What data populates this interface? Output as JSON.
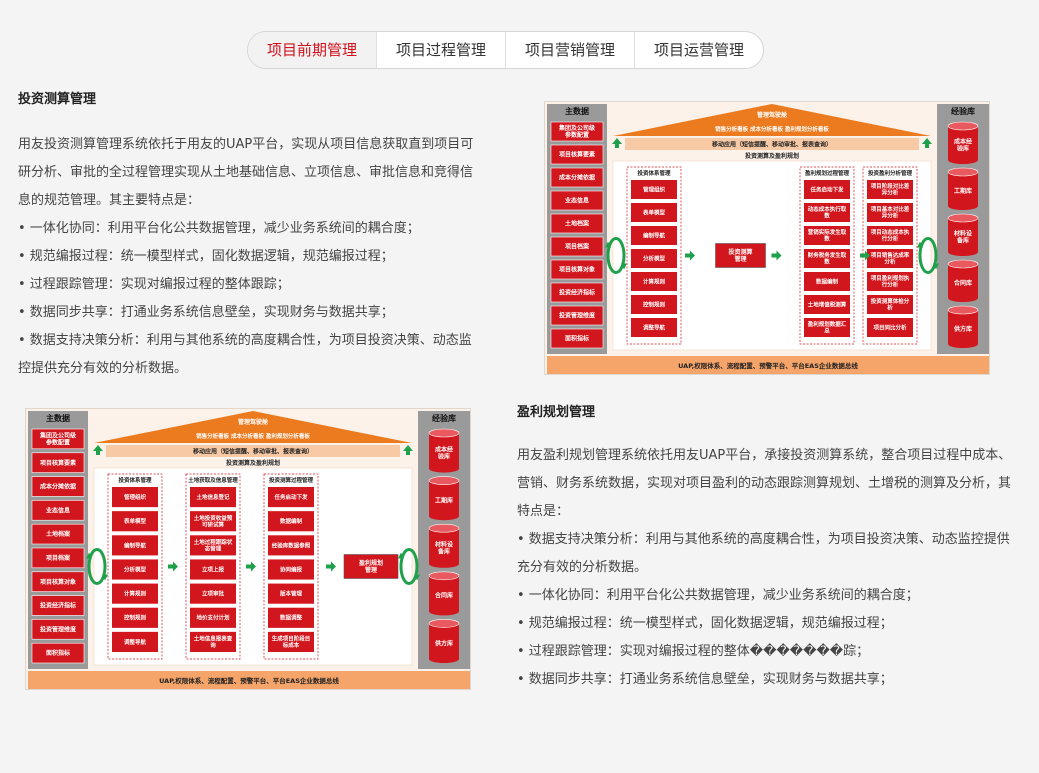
{
  "tabs": [
    {
      "label": "项目前期管理"
    },
    {
      "label": "项目过程管理"
    },
    {
      "label": "项目营销管理"
    },
    {
      "label": "项目运营管理"
    }
  ],
  "section1": {
    "title": "投资测算管理",
    "intro": "用友投资测算管理系统依托于用友的UAP平台，实现从项目信息获取直到项目可研分析、审批的全过程管理实现从土地基础信息、立项信息、审批信息和竞得信息的规范管理。其主要特点是：",
    "bullets": [
      "• 一体化协同：利用平台化公共数据管理，减少业务系统间的耦合度；",
      "• 规范编报过程：统一模型样式，固化数据逻辑，规范编报过程；",
      "• 过程跟踪管理：实现对编报过程的整体跟踪；",
      "• 数据同步共享：打通业务系统信息壁垒，实现财务与数据共享；",
      "• 数据支持决策分析：利用与其他系统的高度耦合性，为项目投资决策、动态监控提供充分有效的分析数据。"
    ]
  },
  "section2": {
    "title": "盈利规划管理",
    "intro": "用友盈利规划管理系统依托用友UAP平台，承接投资测算系统，整合项目过程中成本、营销、财务系统数据，实现对项目盈利的动态跟踪测算规划、土增税的测算及分析，其特点是：",
    "bullets": [
      "• 数据支持决策分析：利用与其他系统的高度耦合性，为项目投资决策、动态监控提供充分有效的分析数据。",
      "• 一体化协同：利用平台化公共数据管理，减少业务系统间的耦合度；",
      "• 规范编报过程：统一模型样式，固化数据逻辑，规范编报过程；",
      "• 过程跟踪管理：实现对编报过程的整体�������踪；",
      "• 数据同步共享：打通业务系统信息壁垒，实现财务与数据共享；"
    ]
  },
  "diagram1": {
    "roof_title": "管理驾驶舱",
    "roof_items": "销售分析看板    成本分析看板    盈利规划分析看板",
    "mobile": "移动应用（短信提醒、移动审批、报表查询）",
    "layer_title": "投资测算及盈利规划",
    "master_title": "主数据",
    "master_items": [
      "集团及公司级参数配置",
      "项目核算要素",
      "成本分摊依据",
      "业态信息",
      "土地档案",
      "项目档案",
      "项目核算对象",
      "投资经济指标",
      "投资管理维度",
      "面积指标"
    ],
    "exp_title": "经验库",
    "exp_items": [
      "成本经验库",
      "工期库",
      "材料设备库",
      "合同库",
      "供方库"
    ],
    "groups": [
      {
        "title": "投资体系管理",
        "items": [
          "管理组织",
          "表单模型",
          "编制导航",
          "分析模型",
          "计算规则",
          "控制规则",
          "调整导航"
        ]
      },
      {
        "title": "盈利规划过程管理",
        "items": [
          "任务启动下发",
          "动态成本执行取数",
          "营销实际发生取数",
          "财务税务发生取数",
          "数据编制",
          "土地增值税测算",
          "盈利规划数据汇总"
        ]
      },
      {
        "title": "投资盈利分析管理",
        "items": [
          "项目阶段对比差异分析",
          "项目基本对比差异分析",
          "项目动态成本执行分析",
          "项目销售达成率分析",
          "项目盈利规划执行分析",
          "投资测算体检分析",
          "项目同比分析"
        ]
      }
    ],
    "center": "投资测算管理",
    "footer": "UAP,权限体系、流程配置、预警平台、平台EAS企业数据总线"
  },
  "diagram2": {
    "roof_title": "管理驾驶舱",
    "roof_items": "销售分析看板    成本分析看板    盈利规划分析看板",
    "mobile": "移动应用（短信提醒、移动审批、报表查询）",
    "layer_title": "投资测算及盈利规划",
    "master_title": "主数据",
    "master_items": [
      "集团及公司级参数配置",
      "项目核算要素",
      "成本分摊依据",
      "业态信息",
      "土地档案",
      "项目档案",
      "项目核算对象",
      "投资经济指标",
      "投资管理维度",
      "面积指标"
    ],
    "exp_title": "经验库",
    "exp_items": [
      "成本经验库",
      "工期库",
      "材料设备库",
      "合同库",
      "供方库"
    ],
    "groups": [
      {
        "title": "投资体系管理",
        "items": [
          "管理组织",
          "表单模型",
          "编制导航",
          "分析模型",
          "计算规则",
          "控制规则",
          "调整导航"
        ]
      },
      {
        "title": "土地获取及信息管理",
        "items": [
          "土地信息登记",
          "土地投资收益预可研试算",
          "土地过程跟踪状态管理",
          "立项上报",
          "立项审批",
          "地价支付计划",
          "土地信息报表查询"
        ]
      },
      {
        "title": "投资测算过程管理",
        "items": [
          "任务启动下发",
          "数据编制",
          "经验库数据参照",
          "协同编报",
          "版本管理",
          "数据调整",
          "生成项目阶段目标成本"
        ]
      }
    ],
    "center": "盈利规划管理",
    "footer": "UAP,权限体系、流程配置、预警平台、平台EAS企业数据总线"
  }
}
